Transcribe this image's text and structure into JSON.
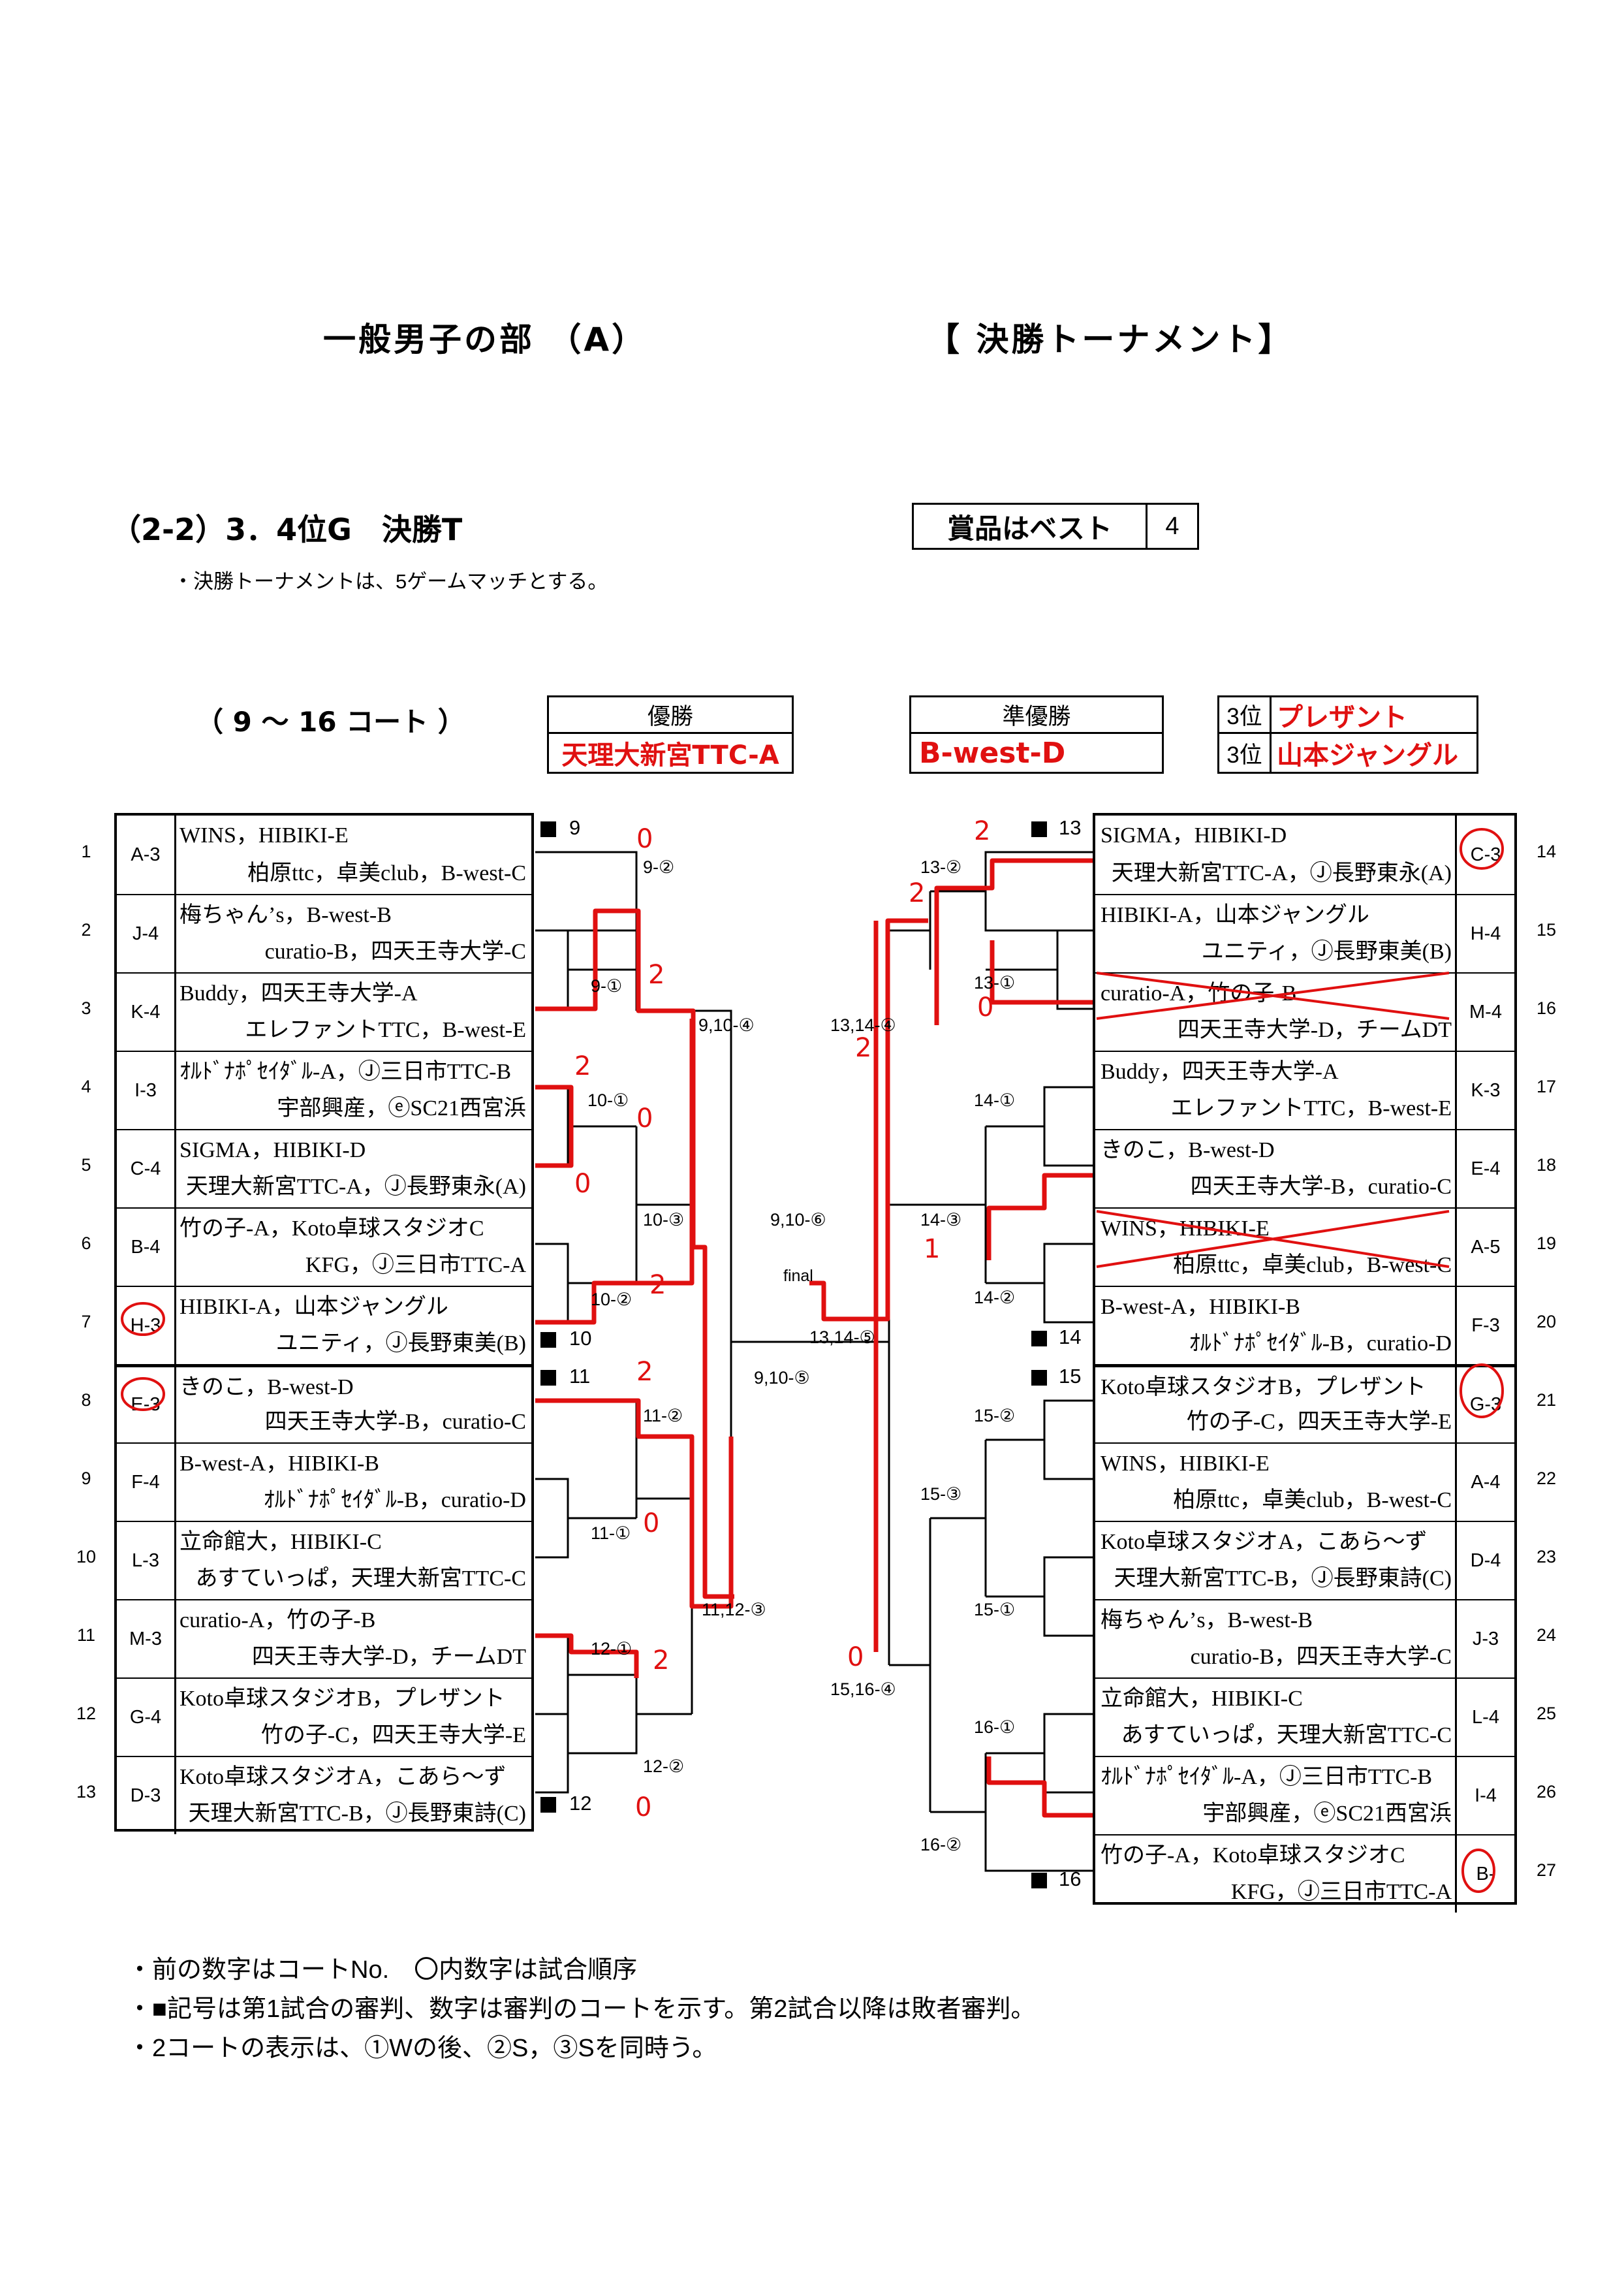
{
  "header": {
    "title_left": "一般男子の部 （A）",
    "title_right": "【 決勝トーナメント】"
  },
  "section": {
    "title": "（2-2）3．4位G　決勝T",
    "prize_label": "賞品はベスト",
    "prize_value": "4",
    "rule": "・決勝トーナメントは、5ゲームマッチとする。",
    "courts": "（ 9 〜 16 コート ）"
  },
  "results": {
    "winner_label": "優勝",
    "winner_value": "天理大新宮TTC-A",
    "runnerup_label": "準優勝",
    "runnerup_value": "B-west-D",
    "third1_label": "3位",
    "third1_value": "プレザント",
    "third2_label": "3位",
    "third2_value": "山本ジャングル"
  },
  "left_entries": [
    {
      "no": "1",
      "pos": "A-3",
      "line1": "WINS，HIBIKI-E",
      "line2": "柏原ttc，卓美club，B-west-C"
    },
    {
      "no": "2",
      "pos": "J-4",
      "line1": "梅ちゃん’s，B-west-B",
      "line2": "curatio-B，四天王寺大学-C"
    },
    {
      "no": "3",
      "pos": "K-4",
      "line1": "Buddy，四天王寺大学-A",
      "line2": "エレファントTTC，B-west-E"
    },
    {
      "no": "4",
      "pos": "I-3",
      "line1": "ｵﾙﾄﾞﾅﾎﾟｾｲﾀﾞﾙ-A，Ⓙ三日市TTC-B",
      "line2": "宇部興産，ⓔSC21西宮浜"
    },
    {
      "no": "5",
      "pos": "C-4",
      "line1": "SIGMA，HIBIKI-D",
      "line2": "天理大新宮TTC-A，Ⓙ長野東永(A)"
    },
    {
      "no": "6",
      "pos": "B-4",
      "line1": "竹の子-A，Koto卓球スタジオC",
      "line2": "KFG，Ⓙ三日市TTC-A"
    },
    {
      "no": "7",
      "pos": "H-3",
      "line1": "HIBIKI-A，山本ジャングル",
      "line2": "ユニティ，Ⓙ長野東美(B)"
    },
    {
      "no": "8",
      "pos": "E-3",
      "line1": "きのこ，B-west-D",
      "line2": "四天王寺大学-B，curatio-C"
    },
    {
      "no": "9",
      "pos": "F-4",
      "line1": "B-west-A，HIBIKI-B",
      "line2": "ｵﾙﾄﾞﾅﾎﾟｾｲﾀﾞﾙ-B，curatio-D"
    },
    {
      "no": "10",
      "pos": "L-3",
      "line1": "立命館大，HIBIKI-C",
      "line2": "あすていっぱ，天理大新宮TTC-C"
    },
    {
      "no": "11",
      "pos": "M-3",
      "line1": "curatio-A，竹の子-B",
      "line2": "四天王寺大学-D，チームDT"
    },
    {
      "no": "12",
      "pos": "G-4",
      "line1": "Koto卓球スタジオB，プレザント",
      "line2": "竹の子-C，四天王寺大学-E"
    },
    {
      "no": "13",
      "pos": "D-3",
      "line1": "Koto卓球スタジオA，こあら〜ず",
      "line2": "天理大新宮TTC-B，Ⓙ長野東詩(C)"
    }
  ],
  "right_entries": [
    {
      "no": "14",
      "pos": "C-3",
      "line1": "SIGMA，HIBIKI-D",
      "line2": "天理大新宮TTC-A，Ⓙ長野東永(A)"
    },
    {
      "no": "15",
      "pos": "H-4",
      "line1": "HIBIKI-A，山本ジャングル",
      "line2": "ユニティ，Ⓙ長野東美(B)"
    },
    {
      "no": "16",
      "pos": "M-4",
      "line1": "curatio-A，竹の子-B",
      "line2": "四天王寺大学-D，チームDT"
    },
    {
      "no": "17",
      "pos": "K-3",
      "line1": "Buddy，四天王寺大学-A",
      "line2": "エレファントTTC，B-west-E"
    },
    {
      "no": "18",
      "pos": "E-4",
      "line1": "きのこ，B-west-D",
      "line2": "四天王寺大学-B，curatio-C"
    },
    {
      "no": "19",
      "pos": "A-5",
      "line1": "WINS，HIBIKI-E",
      "line2": "柏原ttc，卓美club，B-west-C"
    },
    {
      "no": "20",
      "pos": "F-3",
      "line1": "B-west-A，HIBIKI-B",
      "line2": "ｵﾙﾄﾞﾅﾎﾟｾｲﾀﾞﾙ-B，curatio-D"
    },
    {
      "no": "21",
      "pos": "G-3",
      "line1": "Koto卓球スタジオB，プレザント",
      "line2": "竹の子-C，四天王寺大学-E"
    },
    {
      "no": "22",
      "pos": "A-4",
      "line1": "WINS，HIBIKI-E",
      "line2": "柏原ttc，卓美club，B-west-C"
    },
    {
      "no": "23",
      "pos": "D-4",
      "line1": "Koto卓球スタジオA，こあら〜ず",
      "line2": "天理大新宮TTC-B，Ⓙ長野東詩(C)"
    },
    {
      "no": "24",
      "pos": "J-3",
      "line1": "梅ちゃん’s，B-west-B",
      "line2": "curatio-B，四天王寺大学-C"
    },
    {
      "no": "25",
      "pos": "L-4",
      "line1": "立命館大，HIBIKI-C",
      "line2": "あすていっぱ，天理大新宮TTC-C"
    },
    {
      "no": "26",
      "pos": "I-4",
      "line1": "ｵﾙﾄﾞﾅﾎﾟｾｲﾀﾞﾙ-A，Ⓙ三日市TTC-B",
      "line2": "宇部興産，ⓔSC21西宮浜"
    },
    {
      "no": "27",
      "pos": "B-",
      "line1": "竹の子-A，Koto卓球スタジオC",
      "line2": "KFG，Ⓙ三日市TTC-A"
    }
  ],
  "match_labels": {
    "m9_2": "9-②",
    "m9_1": "9-①",
    "m10_1": "10-①",
    "m10_3": "10-③",
    "m10_2": "10-②",
    "m11_2": "11-②",
    "m11_1": "11-①",
    "m12_1": "12-①",
    "m12_2": "12-②",
    "m910_4": "9,10-④",
    "m910_6": "9,10-⑥",
    "m910_5": "9,10-⑤",
    "m1112_3": "11,12-③",
    "m13_2": "13-②",
    "m13_1": "13-①",
    "m14_1": "14-①",
    "m14_3": "14-③",
    "m14_2": "14-②",
    "m15_2": "15-②",
    "m15_3": "15-③",
    "m15_1": "15-①",
    "m16_1": "16-①",
    "m16_2": "16-②",
    "m1314_4": "13,14-④",
    "m1314_5": "13,14-⑤",
    "m1516_4": "15,16-④",
    "final": "final"
  },
  "referee_courts": {
    "c9": "9",
    "c10": "10",
    "c11": "11",
    "c12": "12",
    "c13": "13",
    "c14": "14",
    "c15": "15",
    "c16": "16"
  },
  "handwritten_scores": {
    "s1": "0",
    "s2": "2",
    "s3": "2",
    "s4": "0",
    "s5": "0",
    "s6": "2",
    "s7": "2",
    "s8": "0",
    "s9": "2",
    "s10": "0",
    "r1": "2",
    "r2": "2",
    "r3": "0",
    "r4": "2",
    "r5": "1",
    "r6": "0"
  },
  "notes": [
    "・前の数字はコートNo.　〇内数字は試合順序",
    "・■記号は第1試合の審判、数字は審判のコートを示す。第2試合以降は敗者審判。",
    "・2コートの表示は、①Wの後、②S，③Sを同時う。"
  ],
  "colors": {
    "marker_red": "#e01010",
    "ink": "#000000"
  }
}
